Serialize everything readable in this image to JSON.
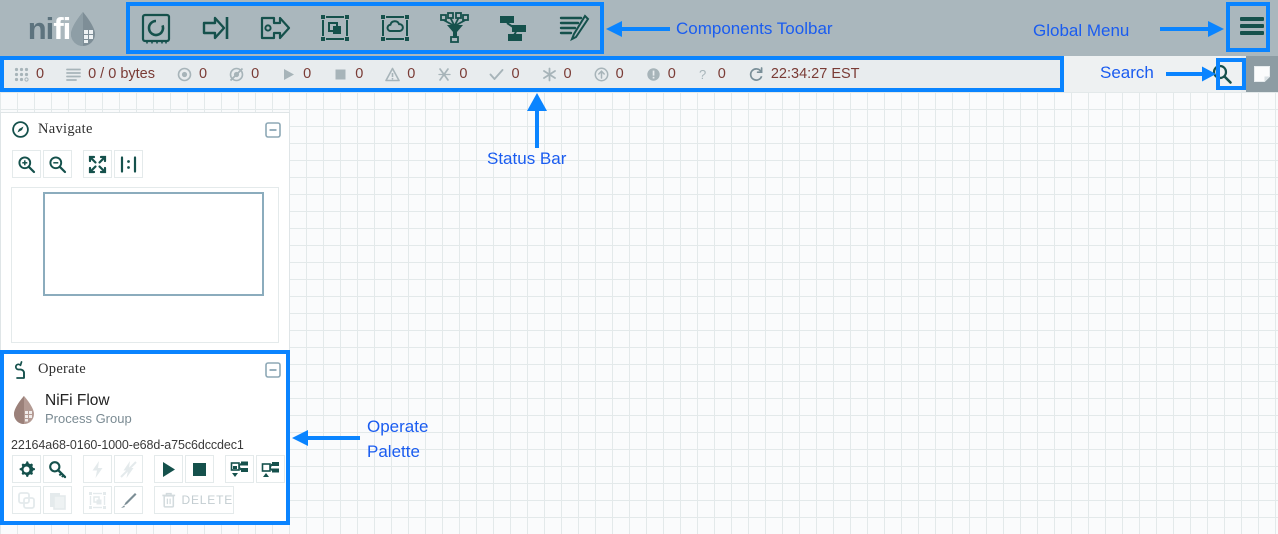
{
  "app": {
    "logo_primary": "ni",
    "logo_secondary": "fi"
  },
  "toolbar": {
    "items": [
      {
        "name": "processor-icon",
        "label": "Processor"
      },
      {
        "name": "input-port-icon",
        "label": "Input Port"
      },
      {
        "name": "output-port-icon",
        "label": "Output Port"
      },
      {
        "name": "process-group-icon",
        "label": "Process Group"
      },
      {
        "name": "remote-process-group-icon",
        "label": "Remote Process Group"
      },
      {
        "name": "funnel-icon",
        "label": "Funnel"
      },
      {
        "name": "template-icon",
        "label": "Template"
      },
      {
        "name": "label-icon",
        "label": "Label"
      }
    ]
  },
  "global_menu": {
    "label": "Global Menu",
    "icon": "hamburger-icon"
  },
  "status_bar": {
    "items": [
      {
        "icon": "active-threads-icon",
        "value": "0"
      },
      {
        "icon": "queued-icon",
        "value": "0 / 0 bytes"
      },
      {
        "icon": "transmitting-icon",
        "value": "0"
      },
      {
        "icon": "not-transmitting-icon",
        "value": "0"
      },
      {
        "icon": "running-icon",
        "value": "0"
      },
      {
        "icon": "stopped-icon",
        "value": "0"
      },
      {
        "icon": "invalid-icon",
        "value": "0"
      },
      {
        "icon": "disabled-icon",
        "value": "0"
      },
      {
        "icon": "up-to-date-icon",
        "value": "0"
      },
      {
        "icon": "locally-modified-icon",
        "value": "0"
      },
      {
        "icon": "stale-icon",
        "value": "0"
      },
      {
        "icon": "locally-modified-and-stale-icon",
        "value": "0"
      },
      {
        "icon": "sync-failure-icon",
        "value": "0"
      },
      {
        "icon": "refresh-icon",
        "value": "22:34:27 EST"
      }
    ]
  },
  "search": {
    "label": "Search",
    "icon": "search-icon",
    "placeholder": "Search"
  },
  "navigate": {
    "title": "Navigate",
    "icon": "navigate-icon",
    "collapse_icon": "collapse-icon",
    "tools": [
      {
        "name": "zoom-in-button",
        "icon": "zoom-in-icon"
      },
      {
        "name": "zoom-out-button",
        "icon": "zoom-out-icon"
      },
      {
        "name": "zoom-fit-button",
        "icon": "fit-screen-icon"
      },
      {
        "name": "zoom-actual-button",
        "icon": "actual-size-icon"
      }
    ]
  },
  "operate": {
    "title": "Operate",
    "icon": "operate-hand-icon",
    "collapse_icon": "collapse-icon",
    "entity_name": "NiFi Flow",
    "entity_type": "Process Group",
    "entity_id": "22164a68-0160-1000-e68d-a75c6dccdec1",
    "row1": [
      {
        "name": "configure-button",
        "icon": "gear-icon",
        "enabled": true
      },
      {
        "name": "view-details-button",
        "icon": "magnifier-key-icon",
        "enabled": true
      },
      {
        "name": "enable-button",
        "icon": "flash-icon",
        "enabled": false
      },
      {
        "name": "disable-button",
        "icon": "flash-off-icon",
        "enabled": false
      },
      {
        "name": "start-button",
        "icon": "play-icon",
        "enabled": true
      },
      {
        "name": "stop-button",
        "icon": "stop-icon",
        "enabled": true
      },
      {
        "name": "enable-transmission-button",
        "icon": "transmit-on-icon",
        "enabled": true
      },
      {
        "name": "disable-transmission-button",
        "icon": "transmit-off-icon",
        "enabled": true
      }
    ],
    "row2": [
      {
        "name": "copy-button",
        "icon": "copy-icon",
        "enabled": false
      },
      {
        "name": "paste-button",
        "icon": "paste-icon",
        "enabled": false
      },
      {
        "name": "group-button",
        "icon": "group-icon",
        "enabled": false
      },
      {
        "name": "color-button",
        "icon": "brush-icon",
        "enabled": true
      },
      {
        "name": "delete-button",
        "icon": "trash-icon",
        "label": "DELETE",
        "enabled": false
      }
    ]
  },
  "annotations": {
    "components_toolbar": "Components Toolbar",
    "global_menu": "Global Menu",
    "search": "Search",
    "status_bar": "Status Bar",
    "operate_palette_line1": "Operate",
    "operate_palette_line2": "Palette"
  },
  "colors": {
    "header_bg": "#aab7bd",
    "statusbar_bg": "#e8ecee",
    "accent_blue": "#0a84ff",
    "label_blue": "#1a5cf0",
    "icon_teal": "#15514c",
    "value_maroon": "#7a3b35"
  }
}
